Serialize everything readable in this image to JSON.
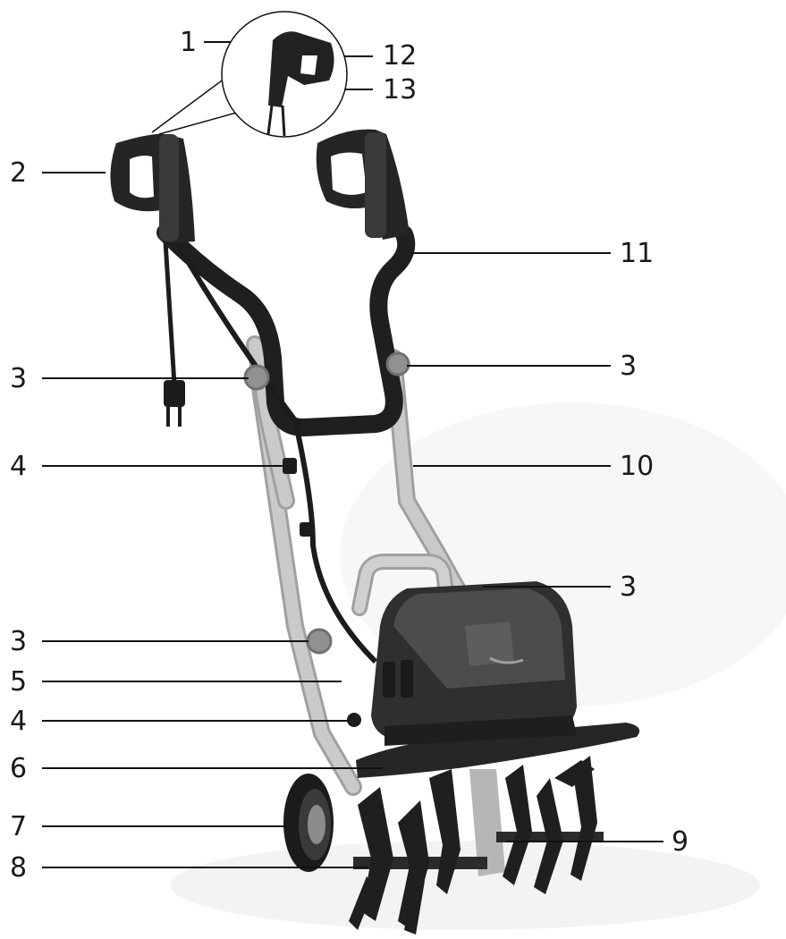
{
  "diagram": {
    "colors": {
      "body": "#2b2b2b",
      "body_dark": "#1c1c1c",
      "hood": "#3b3b3b",
      "hood_light": "#5a5a5a",
      "tube": "#c9cacb",
      "tube_edge": "#9ea0a2",
      "leader_line": "#111111",
      "text": "#1a1a1a",
      "shadow": "#eef0f2"
    },
    "callouts": [
      {
        "id": "c1",
        "label": "1"
      },
      {
        "id": "c12",
        "label": "12"
      },
      {
        "id": "c13",
        "label": "13"
      },
      {
        "id": "c2",
        "label": "2"
      },
      {
        "id": "c11",
        "label": "11"
      },
      {
        "id": "c3a",
        "label": "3"
      },
      {
        "id": "c3b",
        "label": "3"
      },
      {
        "id": "c4a",
        "label": "4"
      },
      {
        "id": "c10",
        "label": "10"
      },
      {
        "id": "c3c",
        "label": "3"
      },
      {
        "id": "c3d",
        "label": "3"
      },
      {
        "id": "c5",
        "label": "5"
      },
      {
        "id": "c4b",
        "label": "4"
      },
      {
        "id": "c6",
        "label": "6"
      },
      {
        "id": "c7",
        "label": "7"
      },
      {
        "id": "c9",
        "label": "9"
      },
      {
        "id": "c8",
        "label": "8"
      }
    ]
  }
}
